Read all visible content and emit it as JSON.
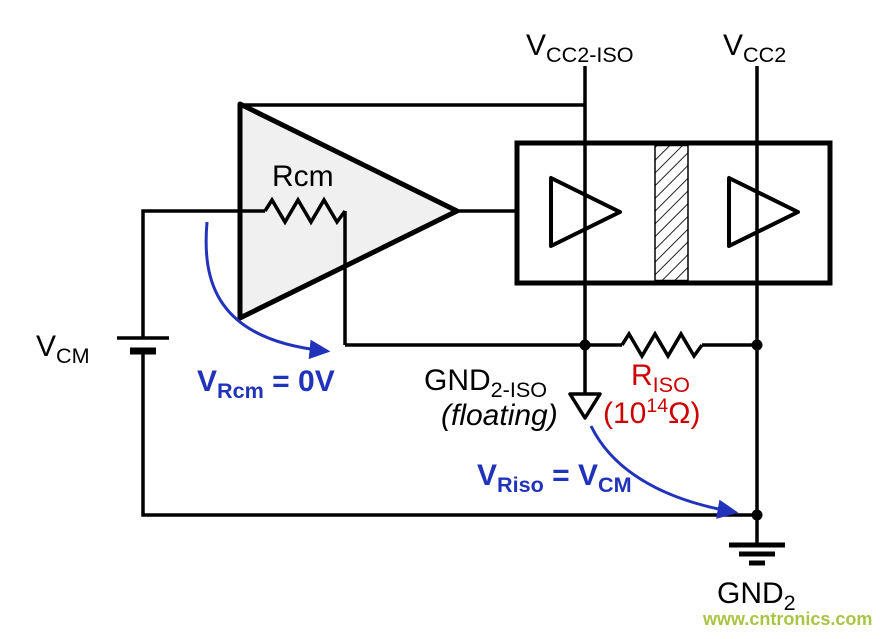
{
  "colors": {
    "wire": "#000000",
    "blue": "#2233bb",
    "red": "#cc0000",
    "green": "#a8c545",
    "amp_fill": "#f0f0f0"
  },
  "supplies": {
    "vcc2_iso": {
      "base": "V",
      "sub": "CC2-ISO"
    },
    "vcc2": {
      "base": "V",
      "sub": "CC2"
    }
  },
  "source_vcm": {
    "base": "V",
    "sub": "CM"
  },
  "amplifier": {
    "rcm_label": "Rcm"
  },
  "grounds": {
    "gnd2_iso": {
      "base": "GND",
      "sub": "2-ISO",
      "note": "(floating)"
    },
    "gnd2": {
      "base": "GND",
      "sub": "2"
    }
  },
  "riso": {
    "name": {
      "base": "R",
      "sub": "ISO"
    },
    "value": {
      "pre": "(10",
      "sup": "14",
      "post": "Ω)"
    }
  },
  "annotations": {
    "vrcm": {
      "base": "V",
      "sub": "Rcm",
      "rest": " = 0V"
    },
    "vriso": {
      "base": "V",
      "sub": "Riso",
      "mid": " = V",
      "sub2": "CM"
    }
  },
  "watermark": "www.cntronics.com"
}
